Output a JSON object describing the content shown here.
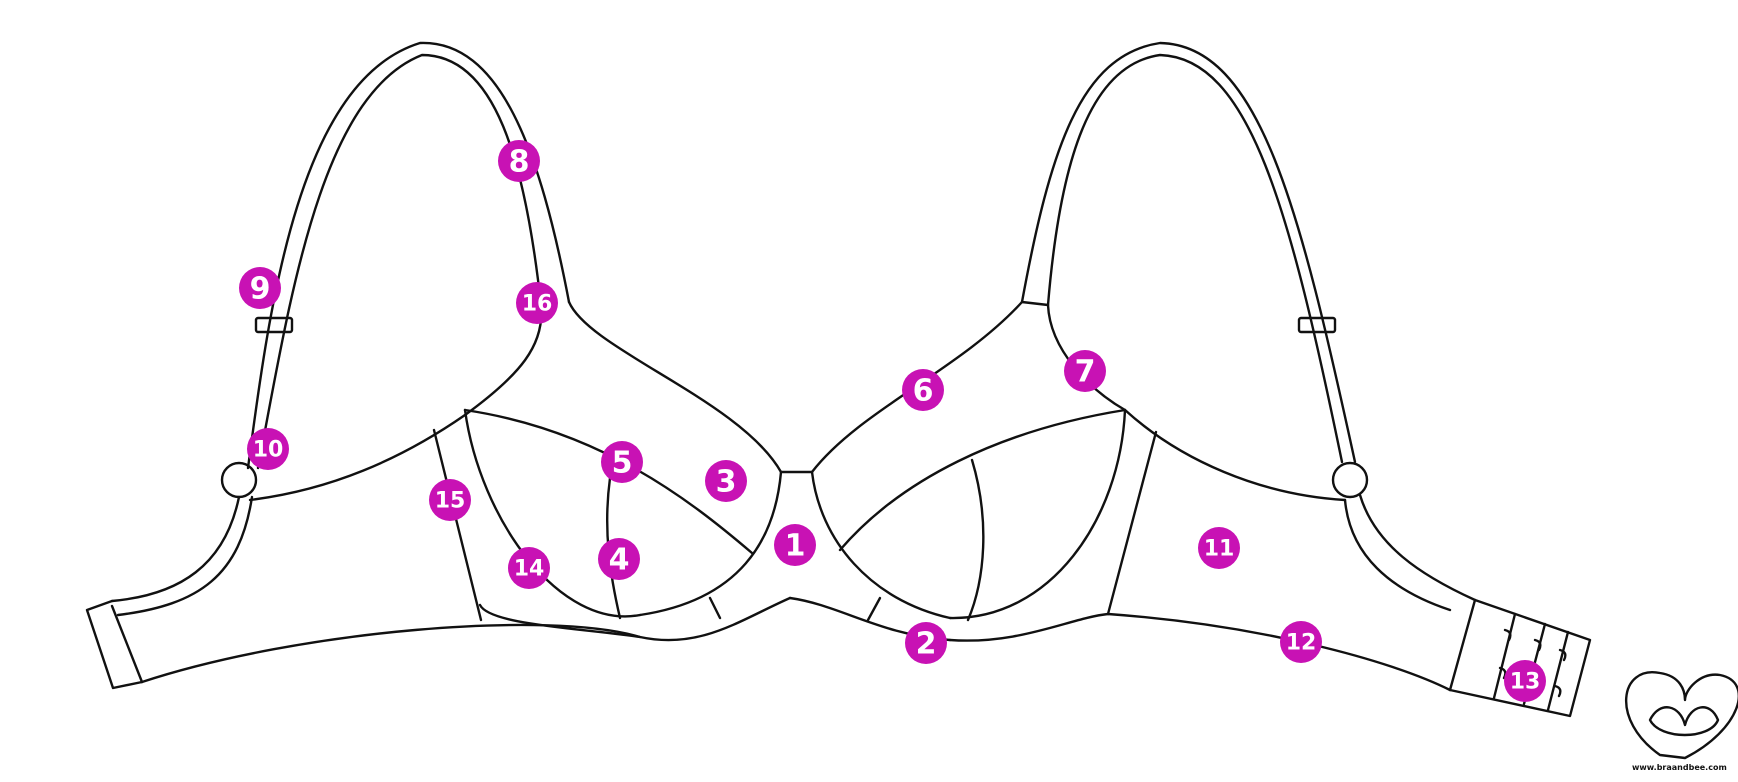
{
  "markers": [
    {
      "label": "1"
    },
    {
      "label": "2"
    },
    {
      "label": "3"
    },
    {
      "label": "4"
    },
    {
      "label": "5"
    },
    {
      "label": "6"
    },
    {
      "label": "7"
    },
    {
      "label": "8"
    },
    {
      "label": "9"
    },
    {
      "label": "10"
    },
    {
      "label": "11"
    },
    {
      "label": "12"
    },
    {
      "label": "13"
    },
    {
      "label": "14"
    },
    {
      "label": "15"
    },
    {
      "label": "16"
    }
  ],
  "marker_color": "#c812b4",
  "logo": {
    "url": "www.braandbee.com"
  }
}
